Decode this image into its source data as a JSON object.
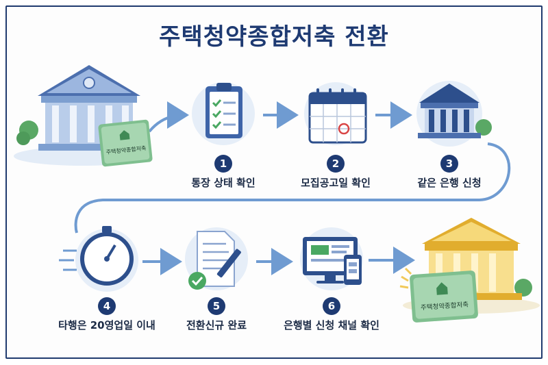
{
  "title": "주택청약종합저축 전환",
  "passbook_label": "주택청약종합저축",
  "steps": [
    {
      "number": "1",
      "label": "통장 상태 확인",
      "icon": "clipboard-checklist-icon"
    },
    {
      "number": "2",
      "label": "모집공고일 확인",
      "icon": "calendar-icon"
    },
    {
      "number": "3",
      "label": "같은 은행 신청",
      "icon": "bank-icon"
    },
    {
      "number": "4",
      "label": "타행은 20영업일 이내",
      "icon": "stopwatch-icon"
    },
    {
      "number": "5",
      "label": "전환신규 완료",
      "icon": "document-check-icon"
    },
    {
      "number": "6",
      "label": "은행별 신청 채널 확인",
      "icon": "monitor-phone-icon"
    }
  ],
  "colors": {
    "navy": "#1e3a72",
    "flow_line": "#6f9bd1",
    "bank_blue": "#7d9fd0",
    "bank_gold": "#f1c95a",
    "passbook_green": "#7fbf8f",
    "circle_bg": "#e6eef8"
  }
}
